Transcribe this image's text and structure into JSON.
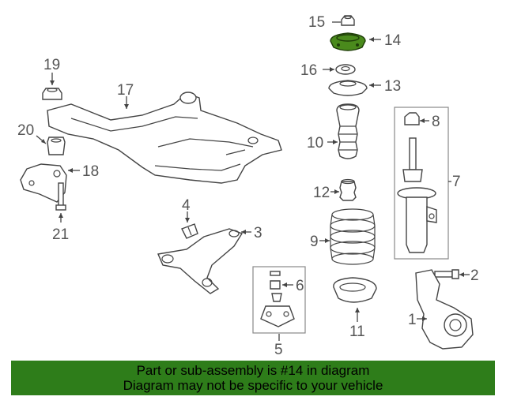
{
  "callouts": {
    "c1": "1",
    "c2": "2",
    "c3": "3",
    "c4": "4",
    "c5": "5",
    "c6": "6",
    "c7": "7",
    "c8": "8",
    "c9": "9",
    "c10": "10",
    "c11": "11",
    "c12": "12",
    "c13": "13",
    "c14": "14",
    "c15": "15",
    "c16": "16",
    "c17": "17",
    "c18": "18",
    "c19": "19",
    "c20": "20",
    "c21": "21"
  },
  "highlight_color": "#2e7d1a",
  "highlighted_part": "14",
  "banner": {
    "line1": "Part or sub-assembly is #14 in diagram",
    "line2": "Diagram may not be specific to your vehicle"
  }
}
